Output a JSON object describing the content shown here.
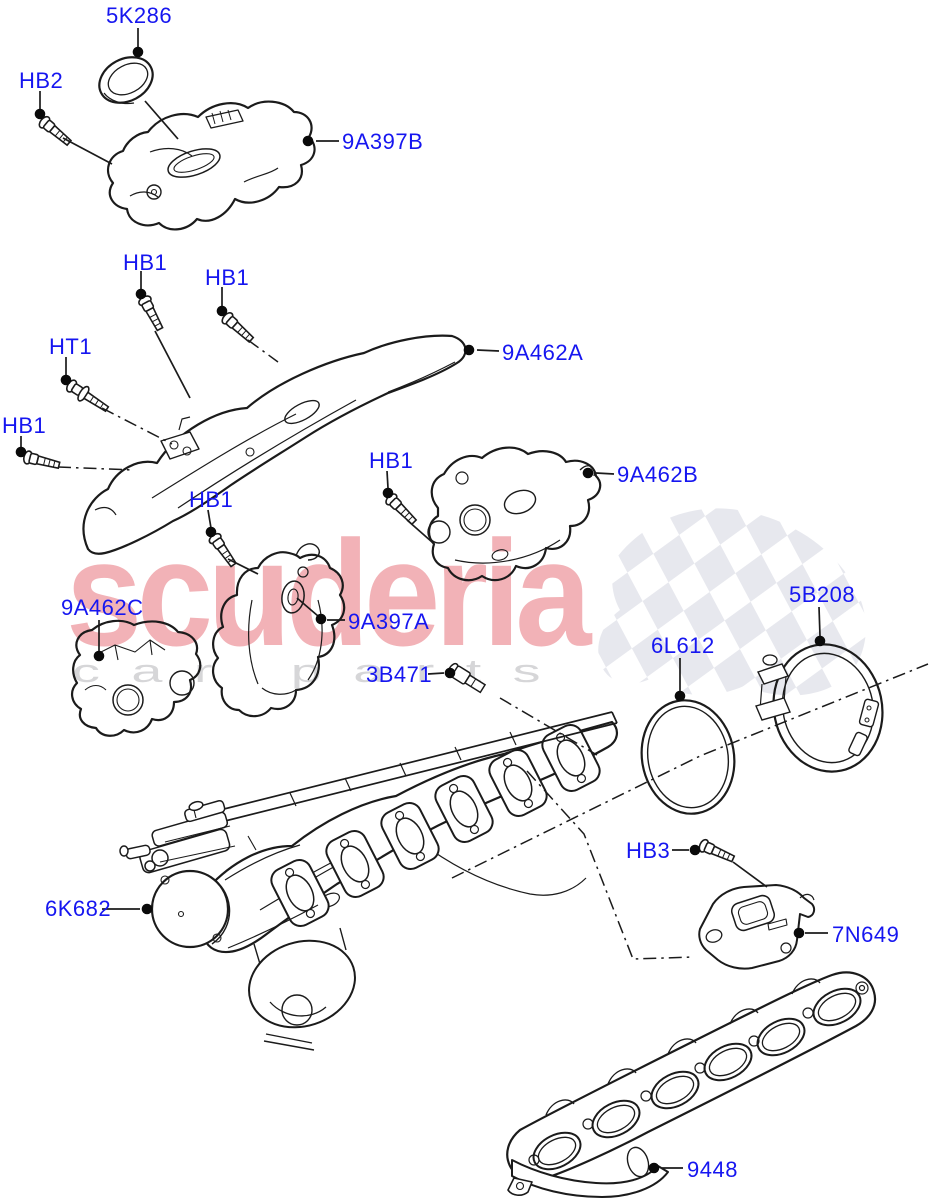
{
  "diagram_title": "Exhaust manifold exploded parts diagram",
  "watermark": {
    "brand": "scuderia",
    "subtitle": "car parts"
  },
  "colors": {
    "label_blue": "#1616f0",
    "line_black": "#1b1b1b",
    "watermark_pink": "#f2b2b7",
    "watermark_gray": "#d6d6d8",
    "checker_gray": "#e7e8ee"
  },
  "labels": [
    {
      "id": "5K286",
      "text": "5K286"
    },
    {
      "id": "HB2",
      "text": "HB2"
    },
    {
      "id": "9A397B",
      "text": "9A397B"
    },
    {
      "id": "HB1-a",
      "text": "HB1"
    },
    {
      "id": "HB1-b",
      "text": "HB1"
    },
    {
      "id": "HT1",
      "text": "HT1"
    },
    {
      "id": "9A462A",
      "text": "9A462A"
    },
    {
      "id": "HB1-left",
      "text": "HB1"
    },
    {
      "id": "HB1-mid",
      "text": "HB1"
    },
    {
      "id": "HB1-right",
      "text": "HB1"
    },
    {
      "id": "9A462B",
      "text": "9A462B"
    },
    {
      "id": "9A462C",
      "text": "9A462C"
    },
    {
      "id": "9A397A",
      "text": "9A397A"
    },
    {
      "id": "3B471",
      "text": "3B471"
    },
    {
      "id": "6L612",
      "text": "6L612"
    },
    {
      "id": "5B208",
      "text": "5B208"
    },
    {
      "id": "6K682",
      "text": "6K682"
    },
    {
      "id": "HB3",
      "text": "HB3"
    },
    {
      "id": "7N649",
      "text": "7N649"
    },
    {
      "id": "9448",
      "text": "9448"
    }
  ]
}
